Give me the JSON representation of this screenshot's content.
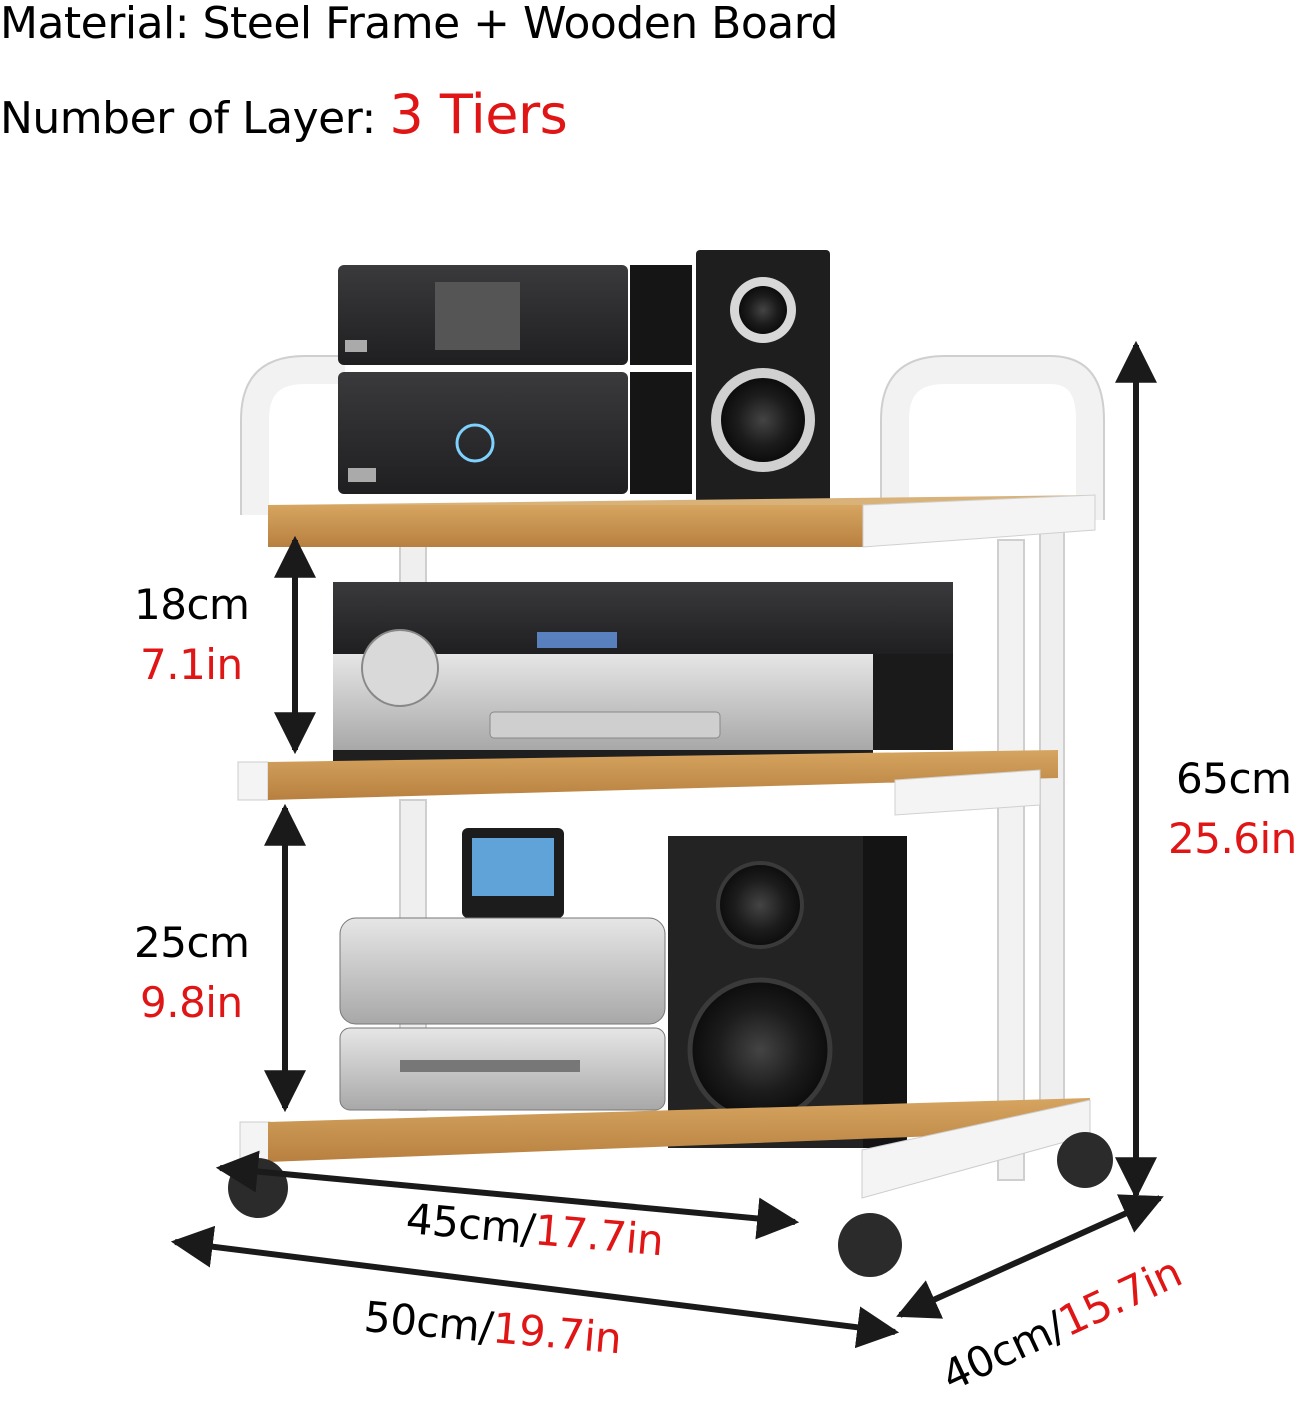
{
  "header": {
    "material_label": "Material: Steel Frame + Wooden Board",
    "layer_label": "Number of Layer:",
    "layer_value": "3 Tiers"
  },
  "product": {
    "name": "3-tier rolling audio rack",
    "frame_color": "#f4f4f4",
    "board_color": "#c8964f",
    "accent_color": "#e01515"
  },
  "dimensions": {
    "upper_gap": {
      "cm": "18cm",
      "in": "7.1in"
    },
    "lower_gap": {
      "cm": "25cm",
      "in": "9.8in"
    },
    "total_height": {
      "cm": "65cm",
      "in": "25.6in"
    },
    "inner_width": {
      "cm": "45cm/",
      "in": "17.7in"
    },
    "outer_width": {
      "cm": "50cm/",
      "in": "19.7in"
    },
    "depth": {
      "cm": "40cm/",
      "in": "15.7in"
    }
  }
}
